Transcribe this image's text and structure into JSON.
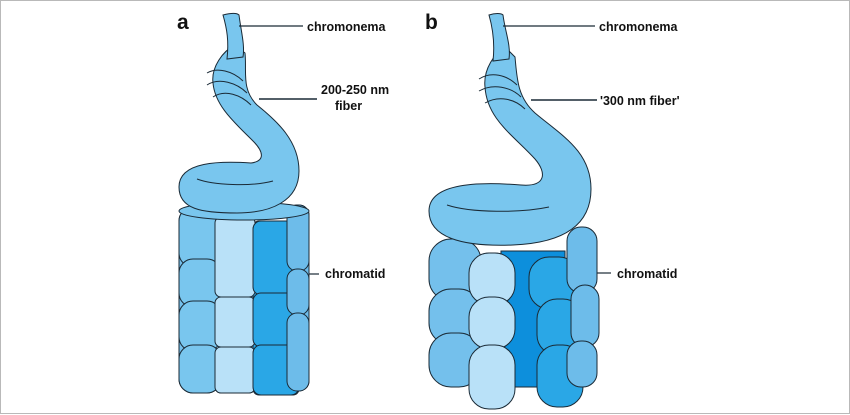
{
  "panels": [
    {
      "letter": "a",
      "labels": {
        "chromonema": "chromonema",
        "fiber_line1": "200-250 nm",
        "fiber_line2": "fiber",
        "chromatid": "chromatid"
      }
    },
    {
      "letter": "b",
      "labels": {
        "chromonema": "chromonema",
        "fiber": "'300 nm fiber'",
        "chromatid": "chromatid"
      }
    }
  ],
  "colors": {
    "light_blue": "#79c6ee",
    "mid_blue": "#4fb0e6",
    "bright_blue": "#2aa7e6",
    "deep_blue": "#0d8fdc",
    "pale_blue": "#b9e1f8",
    "outline": "#1a2a36"
  }
}
